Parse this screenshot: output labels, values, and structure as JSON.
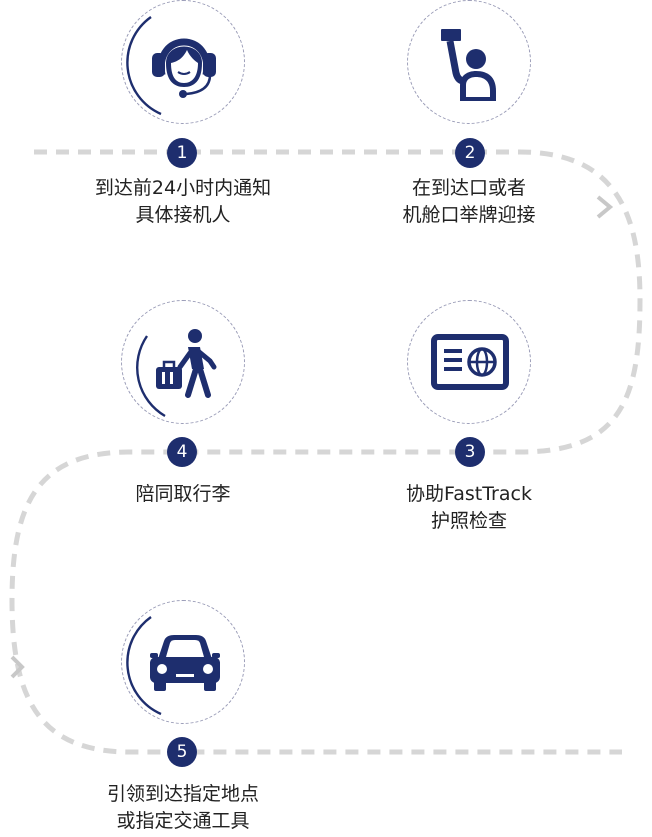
{
  "colors": {
    "primary": "#1e2e6e",
    "path": "#d6d6d6",
    "ring": "#9b9db8",
    "text": "#222222"
  },
  "steps": [
    {
      "number": "1",
      "icon": "headset-agent-icon",
      "line1": "到达前24小时内通知",
      "line2": "具体接机人"
    },
    {
      "number": "2",
      "icon": "sign-holder-icon",
      "line1": "在到达口或者",
      "line2": "机舱口举牌迎接"
    },
    {
      "number": "3",
      "icon": "passport-card-icon",
      "line1": "协助FastTrack",
      "line2": "护照检查"
    },
    {
      "number": "4",
      "icon": "walking-luggage-icon",
      "line1": "陪同取行李",
      "line2": ""
    },
    {
      "number": "5",
      "icon": "car-icon",
      "line1": "引领到达指定地点",
      "line2": "或指定交通工具"
    }
  ]
}
